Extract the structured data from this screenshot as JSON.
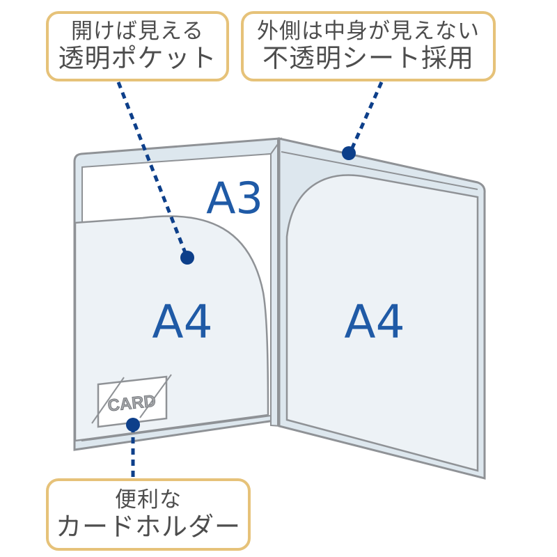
{
  "callouts": {
    "clear_pocket": {
      "line1": "開けば見える",
      "line2": "透明ポケット"
    },
    "opaque_sheet": {
      "line1": "外側は中身が見えない",
      "line2": "不透明シート採用"
    },
    "card_holder": {
      "line1": "便利な",
      "line2": "カードホルダー"
    }
  },
  "pockets": {
    "left_top": "A3",
    "left_front": "A4",
    "right_front": "A4",
    "card": "CARD"
  },
  "colors": {
    "callout_border": "#e6c279",
    "callout_text": "#4d4d4d",
    "pointer": "#0d3f8a",
    "pocket_label": "#1f5aa6",
    "folder_outline": "#8f9296",
    "folder_fill": "#dfe8ef",
    "pocket_fill": "#edf2f6"
  }
}
